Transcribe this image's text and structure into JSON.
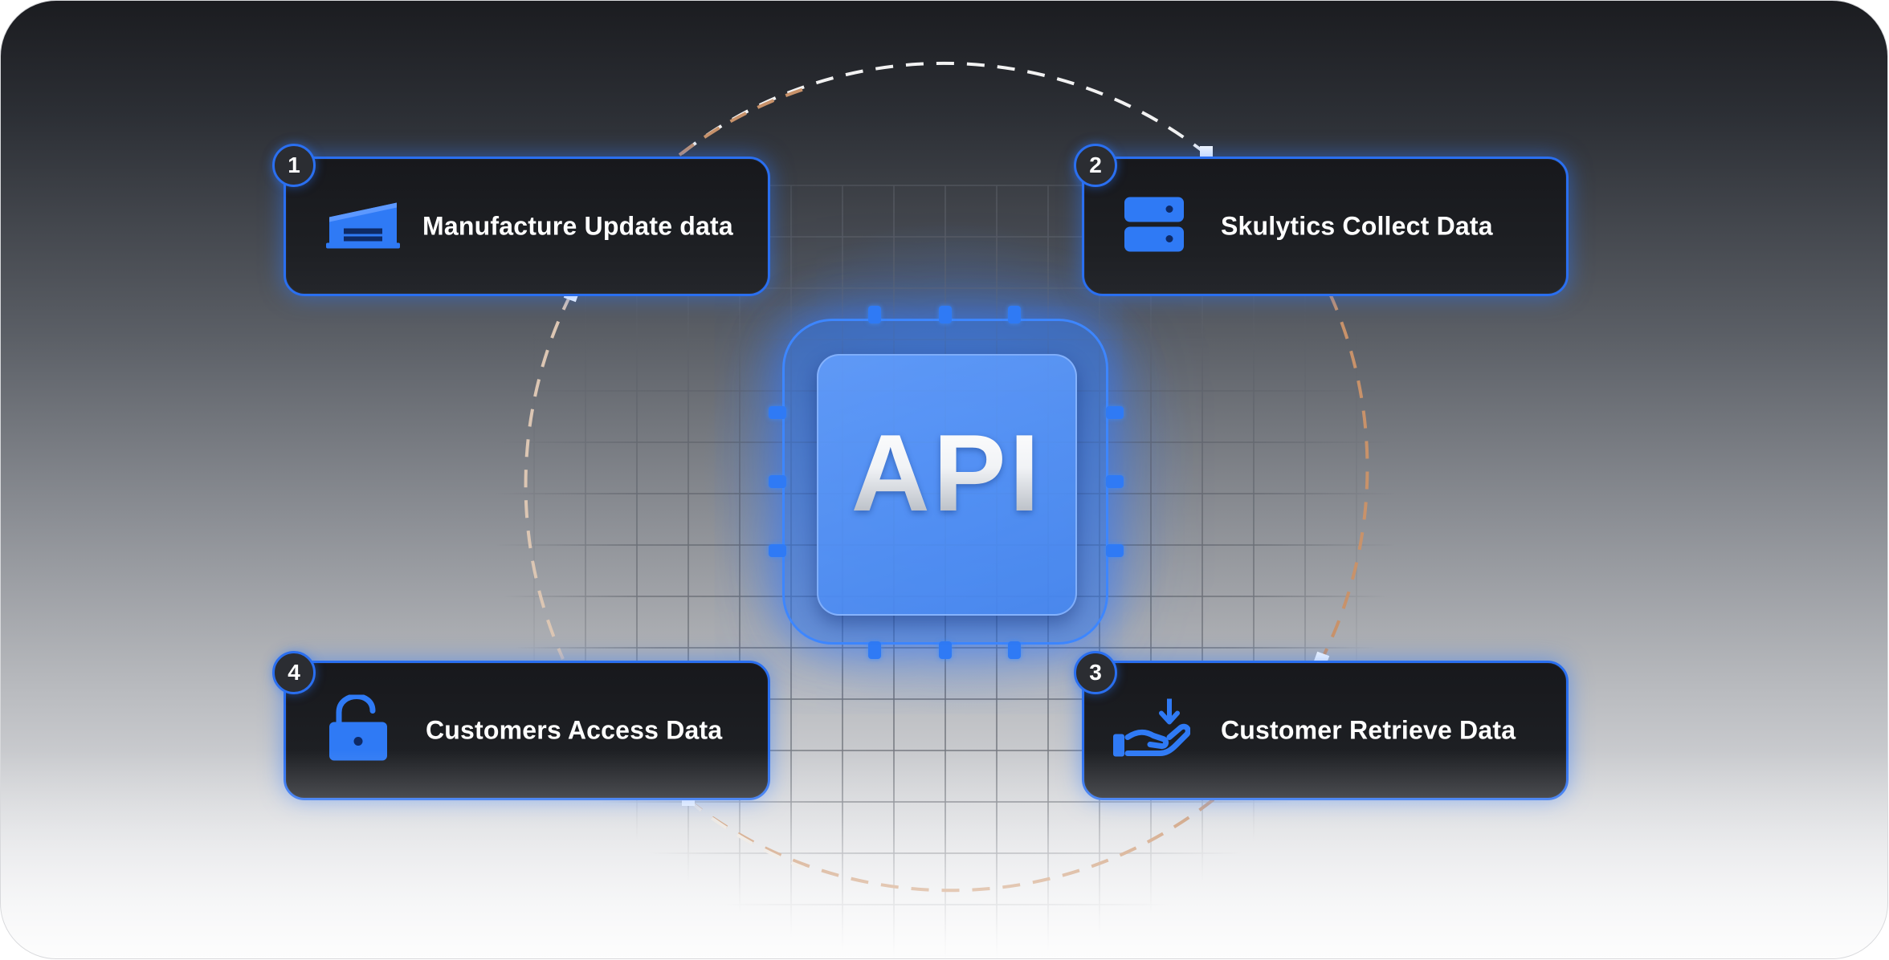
{
  "center": {
    "label": "API"
  },
  "steps": [
    {
      "number": "1",
      "label": "Manufacture Update data",
      "icon": "warehouse-icon"
    },
    {
      "number": "2",
      "label": "Skulytics Collect Data",
      "icon": "server-icon"
    },
    {
      "number": "3",
      "label": "Customer Retrieve Data",
      "icon": "hand-receive-icon"
    },
    {
      "number": "4",
      "label": "Customers Access Data",
      "icon": "unlock-icon"
    }
  ],
  "colors": {
    "accent": "#2a6ff0",
    "card_bg": "#1c1d21",
    "dash_white": "#f2f2f2",
    "dash_orange": "#c8926a"
  }
}
